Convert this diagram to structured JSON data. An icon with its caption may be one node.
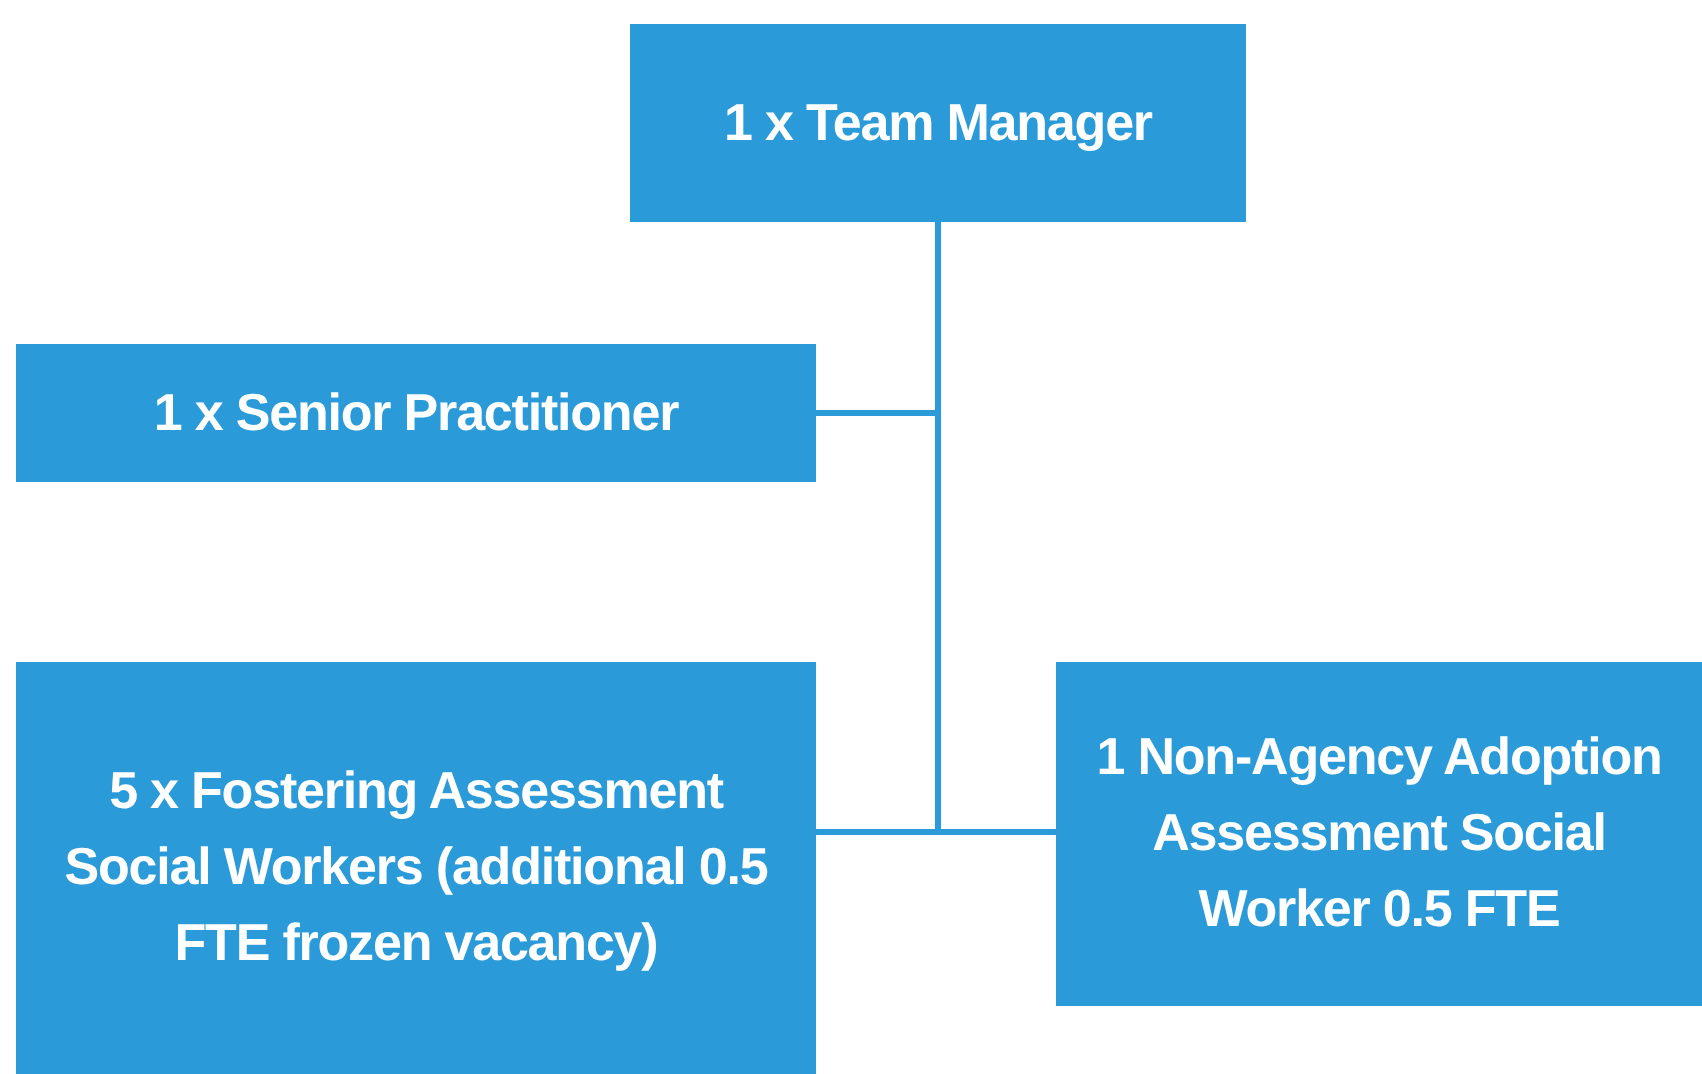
{
  "diagram": {
    "nodes": [
      {
        "text": [
          "1 x Team Manager"
        ]
      },
      {
        "text": [
          "1 x Senior Practitioner"
        ]
      },
      {
        "text": [
          "5 x Fostering Assessment Social Workers (additional 0.5 FTE frozen vacancy)"
        ]
      },
      {
        "text": [
          "1 Non-Agency Adoption Assessment Social Worker 0.5 FTE"
        ]
      }
    ],
    "edges": [
      {
        "from": 0,
        "to": 1,
        "arrow": "none"
      },
      {
        "from": 0,
        "to": 2,
        "arrow": "none"
      },
      {
        "from": 0,
        "to": 3,
        "arrow": "none"
      }
    ]
  }
}
